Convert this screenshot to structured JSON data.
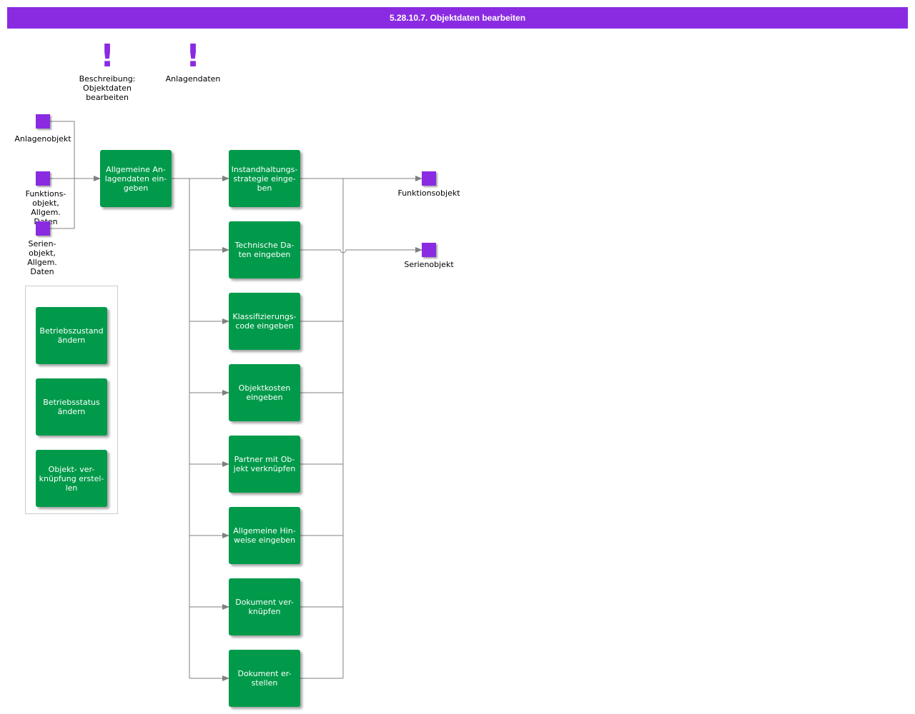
{
  "header": {
    "title": "5.28.10.7. Objektdaten bearbeiten"
  },
  "colors": {
    "header": "#8a2be2",
    "object": "#8a2be2",
    "function": "#009a4a",
    "connector": "#808080"
  },
  "notes": [
    {
      "icon": "exclamation-icon",
      "glyph": "!",
      "label": "Beschreibung:\nObjektdaten\nbearbeiten"
    },
    {
      "icon": "exclamation-icon",
      "glyph": "!",
      "label": "Anlagendaten"
    }
  ],
  "inputs": [
    {
      "label": "Anlagenobjekt"
    },
    {
      "label": "Funktions-\nobjekt,\nAllgem.\nDaten"
    },
    {
      "label": "Serien-\nobjekt,\nAllgem.\nDaten"
    }
  ],
  "main_function": {
    "label": "Allgemeine An-\nlagendaten ein-\ngeben"
  },
  "functions": [
    {
      "label": "Instandhaltungs-\nstrategie einge-\nben"
    },
    {
      "label": "Technische Da-\nten eingeben"
    },
    {
      "label": "Klassifizierungs-\ncode eingeben"
    },
    {
      "label": "Objektkosten\neingeben"
    },
    {
      "label": "Partner mit Ob-\njekt verknüpfen"
    },
    {
      "label": "Allgemeine Hin-\nweise eingeben"
    },
    {
      "label": "Dokument ver-\nknüpfen"
    },
    {
      "label": "Dokument er-\nstellen"
    }
  ],
  "outputs": [
    {
      "label": "Funktionsobjekt"
    },
    {
      "label": "Serienobjekt"
    }
  ],
  "side_group": {
    "items": [
      {
        "label": "Betriebszustand\nändern"
      },
      {
        "label": "Betriebsstatus\nändern"
      },
      {
        "label": "Objekt- ver-\nknüpfung erstel-\nlen"
      }
    ]
  }
}
